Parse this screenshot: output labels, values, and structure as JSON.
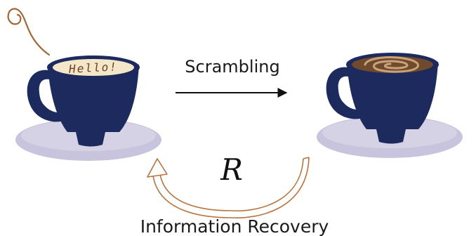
{
  "left_cup": {
    "foam_text": "Hello!"
  },
  "scrambling_label": "Scrambling",
  "recovery_symbol": "R",
  "recovery_label": "Information Recovery",
  "colors": {
    "cup": "#1d2a5e",
    "cup_highlight": "#2a3a78",
    "saucer": "#c9c4dd",
    "saucer_edge": "#ffffff",
    "foam": "#f3e6c9",
    "coffee": "#6f4a2c",
    "swirl": "#c9a27a",
    "steam": "#a1683a",
    "arrow": "#111111",
    "recovery_arrow": "#b5733f"
  }
}
